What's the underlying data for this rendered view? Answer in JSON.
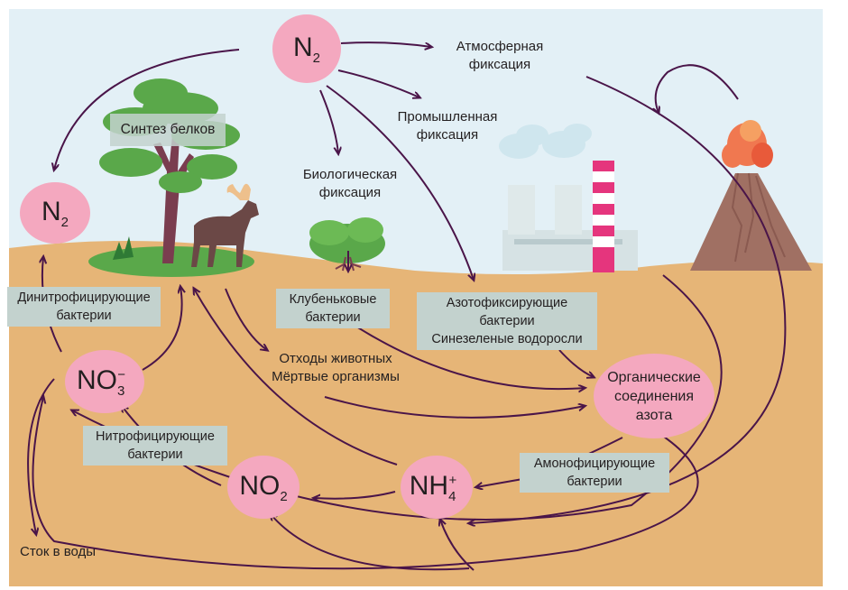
{
  "nodes": {
    "n2_top": {
      "base": "N",
      "sub": "2"
    },
    "n2_left": {
      "base": "N",
      "sub": "2"
    },
    "no3": {
      "base": "NO",
      "sub": "3",
      "sup": "−"
    },
    "no2": {
      "base": "NO",
      "sub": "2"
    },
    "nh4": {
      "base": "NH",
      "sub": "4",
      "sup": "+"
    },
    "organic": {
      "line1": "Органические",
      "line2": "соединения",
      "line3": "азота"
    }
  },
  "labels": {
    "atmospheric": {
      "line1": "Атмосферная",
      "line2": "фиксация"
    },
    "industrial": {
      "line1": "Промышленная",
      "line2": "фиксация"
    },
    "biological": {
      "line1": "Биологическая",
      "line2": "фиксация"
    },
    "protein_synthesis": "Синтез белков",
    "waste": {
      "line1": "Отходы животных",
      "line2": "Мёртвые организмы"
    },
    "runoff": "Сток в воды"
  },
  "boxes": {
    "denitrifying": {
      "line1": "Динитрофицирующие",
      "line2": "бактерии"
    },
    "nodule": {
      "line1": "Клубеньковые",
      "line2": "бактерии"
    },
    "nitrogen_fixing": {
      "line1": "Азотофиксирующие",
      "line2": "бактерии",
      "line3": "Синезеленые водоросли"
    },
    "nitrifying": {
      "line1": "Нитрофицирующие",
      "line2": "бактерии"
    },
    "ammonifying": {
      "line1": "Амонофицирующие",
      "line2": "бактерии"
    }
  },
  "colors": {
    "sky": "#e3f0f6",
    "soil": "#e6b577",
    "node": "#f4a8bf",
    "box": "#c3d2ce",
    "arrow": "#4a1549"
  }
}
